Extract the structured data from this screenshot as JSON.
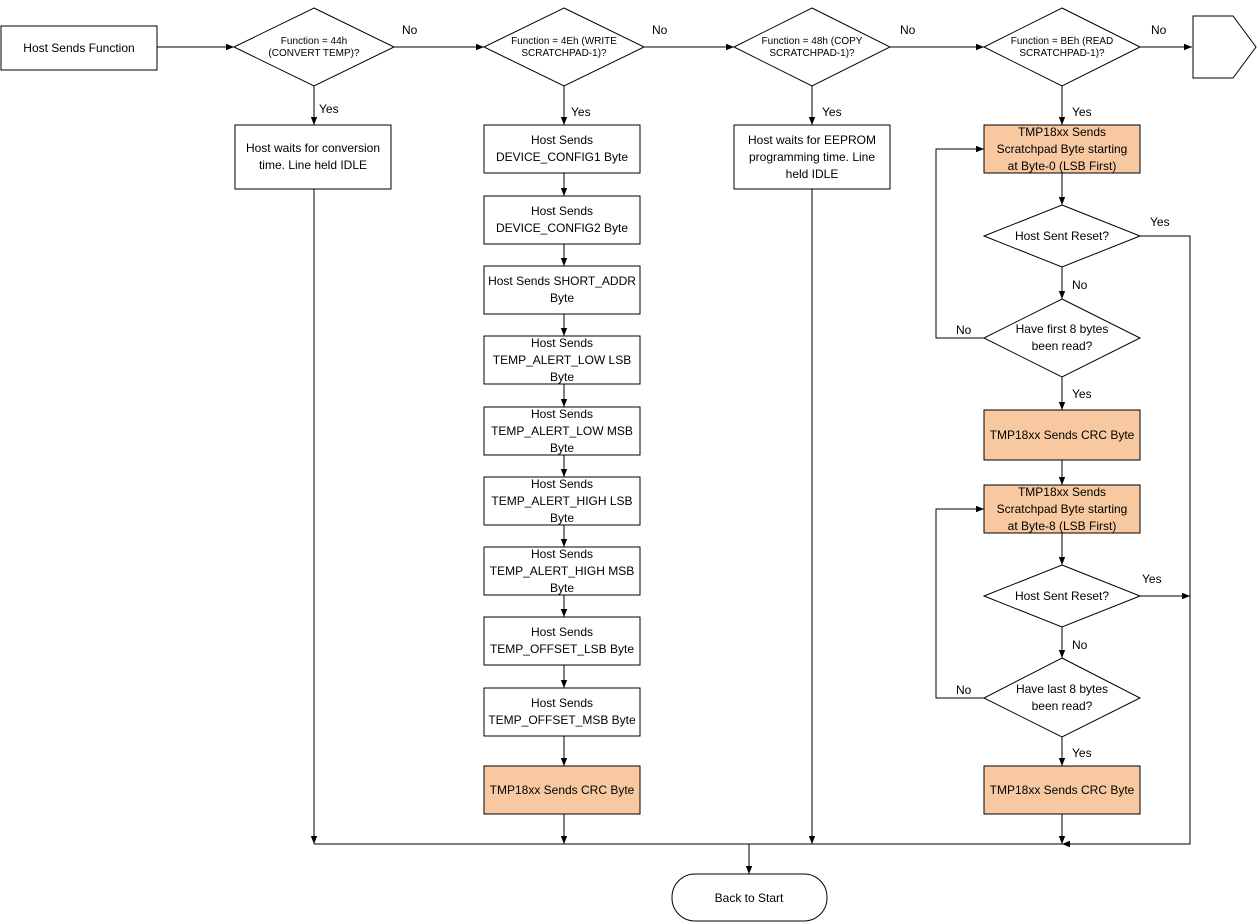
{
  "start": "Host Sends Function",
  "decisions": {
    "d1": [
      "Function = 44h",
      "(CONVERT TEMP)?"
    ],
    "d2": [
      "Function = 4Eh (WRITE",
      "SCRATCHPAD-1)?"
    ],
    "d3": [
      "Function = 48h (COPY",
      "SCRATCHPAD-1)?"
    ],
    "d4": [
      "Function = BEh (READ",
      "SCRATCHPAD-1)?"
    ],
    "reset1": [
      "Host Sent Reset?"
    ],
    "first8": [
      "Have first 8 bytes",
      "been read?"
    ],
    "reset2": [
      "Host Sent Reset?"
    ],
    "last8": [
      "Have last 8 bytes",
      "been read?"
    ]
  },
  "boxes": {
    "convert": [
      "Host waits for conversion",
      "time. Line held IDLE"
    ],
    "eeprom": [
      "Host waits for EEPROM",
      "programming time. Line",
      "held IDLE"
    ],
    "w1": [
      "Host Sends",
      "DEVICE_CONFIG1 Byte"
    ],
    "w2": [
      "Host Sends",
      "DEVICE_CONFIG2 Byte"
    ],
    "w3": [
      "Host Sends SHORT_ADDR",
      "Byte"
    ],
    "w4": [
      "Host Sends",
      "TEMP_ALERT_LOW LSB",
      "Byte"
    ],
    "w5": [
      "Host Sends",
      "TEMP_ALERT_LOW MSB",
      "Byte"
    ],
    "w6": [
      "Host Sends",
      "TEMP_ALERT_HIGH LSB",
      "Byte"
    ],
    "w7": [
      "Host Sends",
      "TEMP_ALERT_HIGH MSB",
      "Byte"
    ],
    "w8": [
      "Host Sends",
      "TEMP_OFFSET_LSB Byte"
    ],
    "w9": [
      "Host Sends",
      "TEMP_OFFSET_MSB Byte"
    ],
    "wcrc": [
      "TMP18xx Sends CRC Byte"
    ],
    "r1": [
      "TMP18xx Sends",
      "Scratchpad Byte starting",
      "at Byte-0 (LSB First)"
    ],
    "rcrc1": [
      "TMP18xx Sends CRC Byte"
    ],
    "r2": [
      "TMP18xx Sends",
      "Scratchpad Byte starting",
      "at Byte-8 (LSB First)"
    ],
    "rcrc2": [
      "TMP18xx Sends CRC Byte"
    ]
  },
  "end": "Back to Start",
  "labels": {
    "yes": "Yes",
    "no": "No"
  },
  "colors": {
    "highlight": "#f8c9a0",
    "line": "#000000"
  }
}
